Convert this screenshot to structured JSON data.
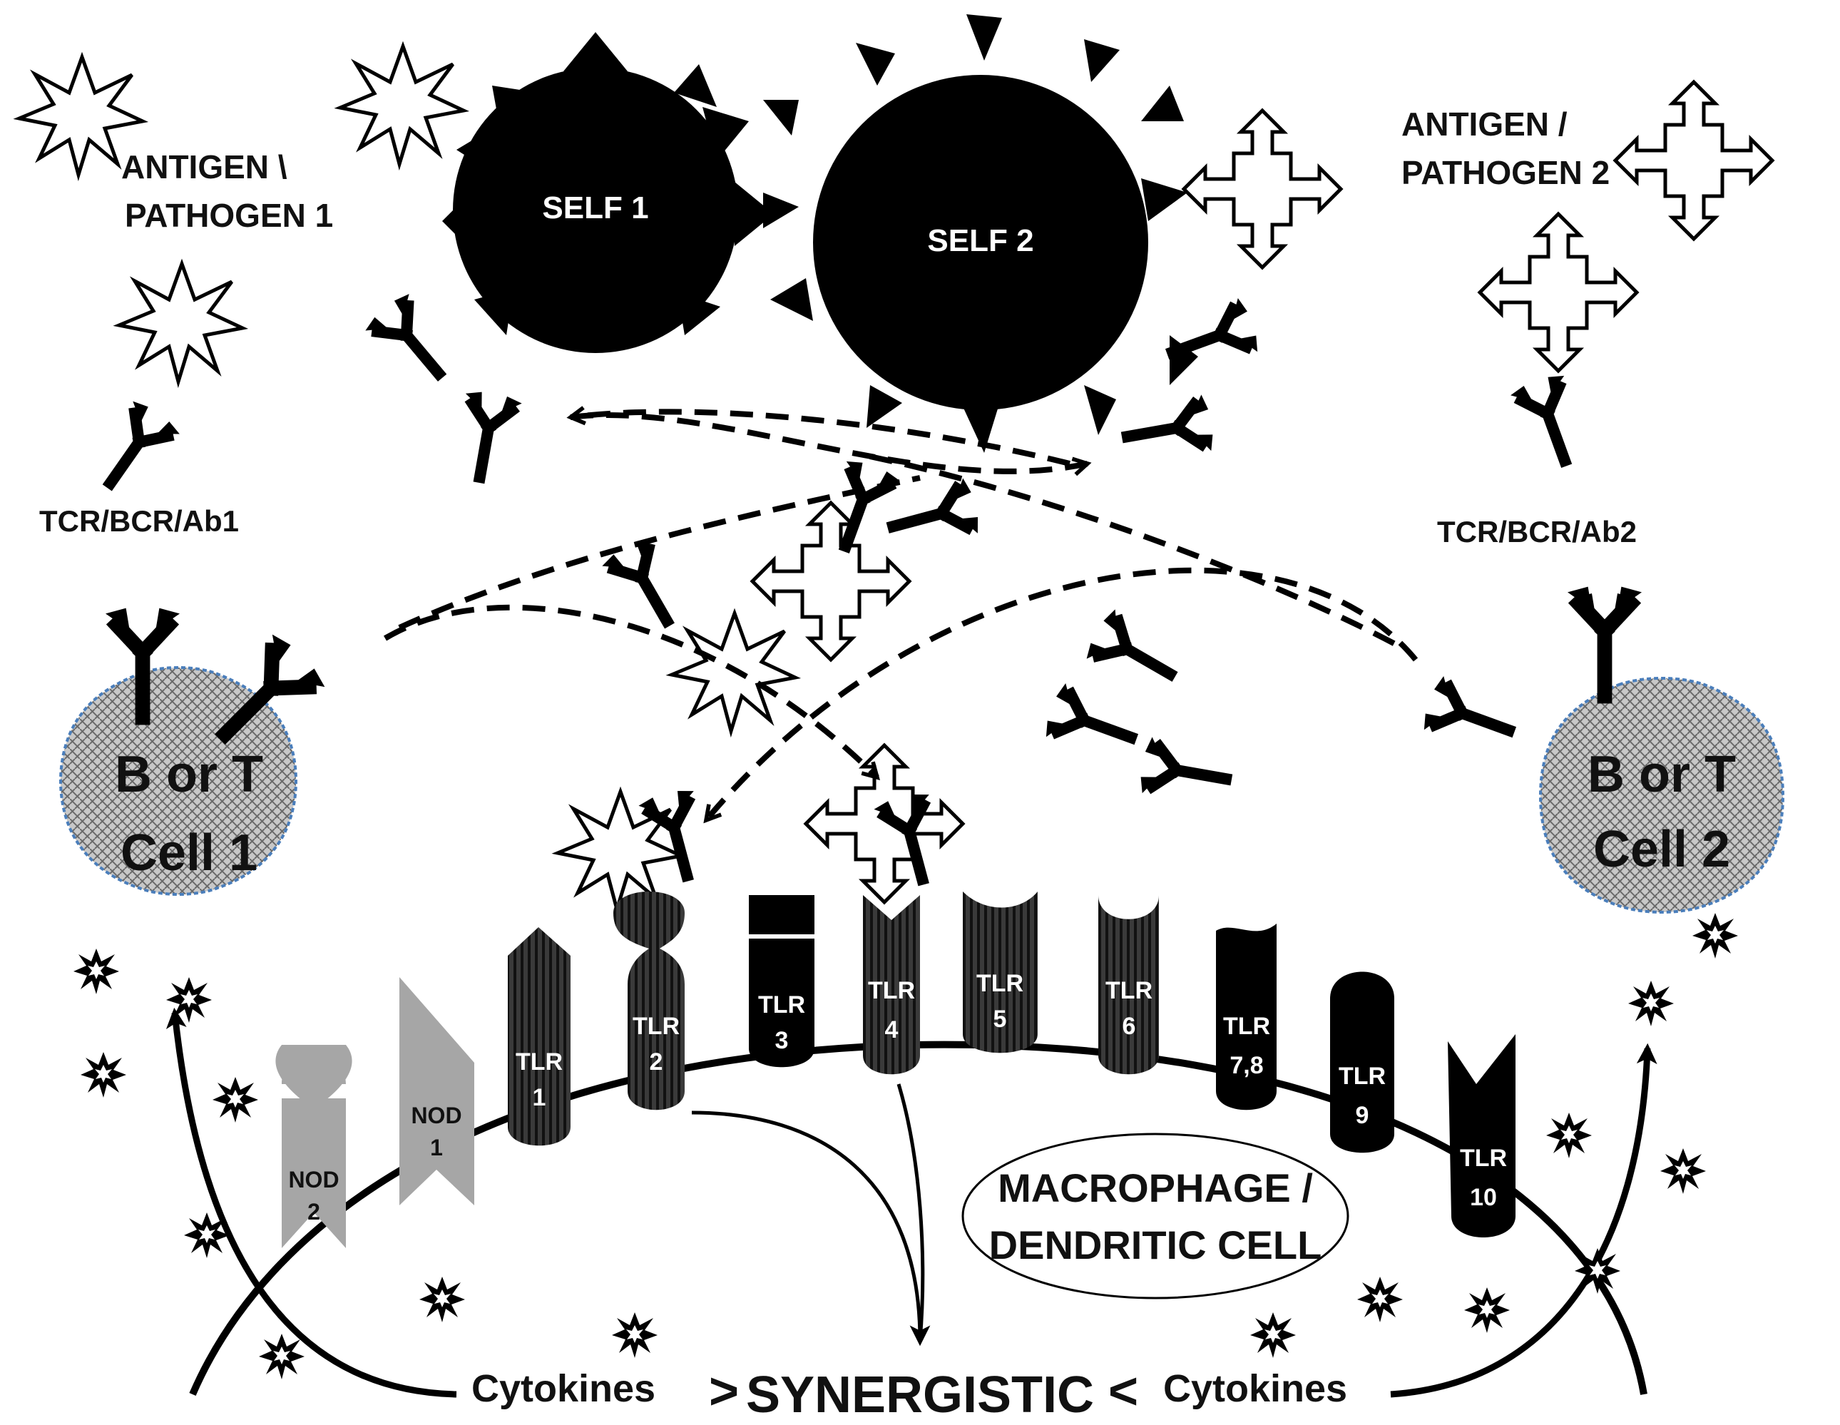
{
  "labels": {
    "antigen1_line1": "ANTIGEN \\",
    "antigen1_line2": "PATHOGEN 1",
    "antigen2_line1": "ANTIGEN /",
    "antigen2_line2": "PATHOGEN 2",
    "self1": "SELF 1",
    "self2": "SELF 2",
    "receptor1": "TCR/BCR/Ab1",
    "receptor2": "TCR/BCR/Ab2",
    "cell1_line1": "B or T",
    "cell1_line2": "Cell 1",
    "cell2_line1": "B or T",
    "cell2_line2": "Cell 2",
    "macrophage_line1": "MACROPHAGE /",
    "macrophage_line2": "DENDRITIC CELL",
    "cytokines_left": "Cytokines",
    "cytokines_right": "Cytokines",
    "gt": ">",
    "lt": "<",
    "synergistic": "SYNERGISTIC"
  },
  "receptors": {
    "nod2_a": "NOD",
    "nod2_b": "2",
    "nod1_a": "NOD",
    "nod1_b": "1",
    "tlr1_a": "TLR",
    "tlr1_b": "1",
    "tlr2_a": "TLR",
    "tlr2_b": "2",
    "tlr3_a": "TLR",
    "tlr3_b": "3",
    "tlr4_a": "TLR",
    "tlr4_b": "4",
    "tlr5_a": "TLR",
    "tlr5_b": "5",
    "tlr6_a": "TLR",
    "tlr6_b": "6",
    "tlr78_a": "TLR",
    "tlr78_b": "7,8",
    "tlr9_a": "TLR",
    "tlr9_b": "9",
    "tlr10_a": "TLR",
    "tlr10_b": "10"
  },
  "colors": {
    "black": "#000000",
    "nod_gray": "#a6a6a6",
    "cell_fill": "#bdbdbd",
    "cell_border": "#4a7ebb",
    "white": "#ffffff"
  }
}
